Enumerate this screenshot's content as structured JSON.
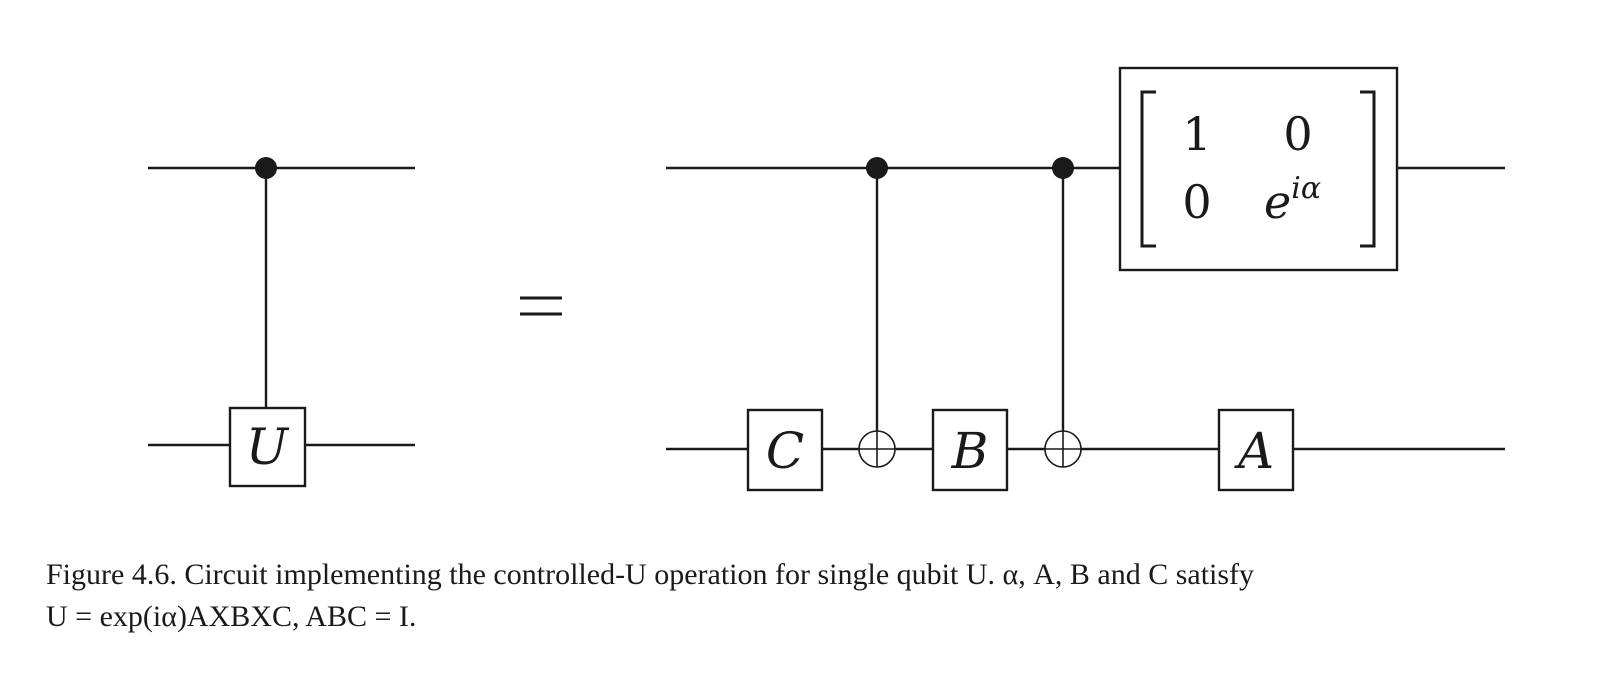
{
  "circuit": {
    "left": {
      "gate_label": "U"
    },
    "right": {
      "gates": [
        {
          "label": "C"
        },
        {
          "label": "B"
        },
        {
          "label": "A"
        }
      ],
      "phase_matrix": {
        "m11": "1",
        "m12": "0",
        "m21": "0",
        "m22_base": "e",
        "m22_exponent": "iα"
      }
    },
    "equals_sign": "="
  },
  "caption": {
    "line1": "Figure 4.6. Circuit implementing the controlled-U operation for single qubit U. α, A, B and C satisfy",
    "line2": "U = exp(iα)AXBXC, ABC = I."
  }
}
